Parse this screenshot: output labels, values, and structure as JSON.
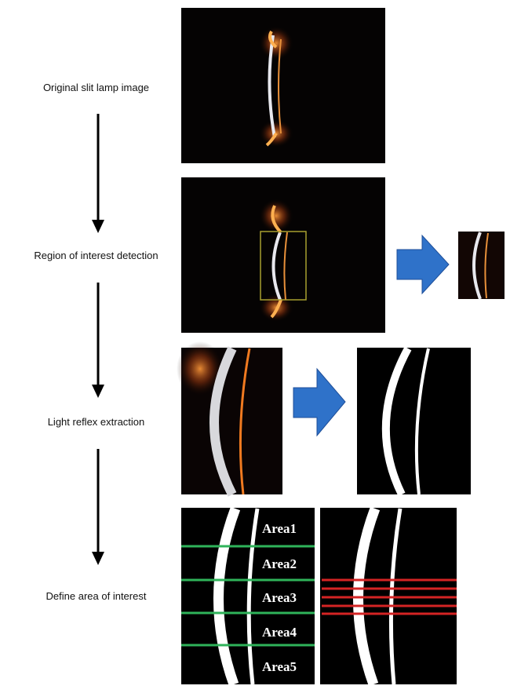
{
  "steps": [
    {
      "label": "Original slit lamp image"
    },
    {
      "label": "Region of interest detection"
    },
    {
      "label": "Light reflex extraction"
    },
    {
      "label": "Define area of interest"
    }
  ],
  "areas": [
    "Area1",
    "Area2",
    "Area3",
    "Area4",
    "Area5"
  ],
  "colors": {
    "arrow_blue": "#2f72c9",
    "roi_box": "#a8a030",
    "area_line": "#2fb35a",
    "sample_line": "#d42424",
    "flow_arrow": "#000000"
  }
}
